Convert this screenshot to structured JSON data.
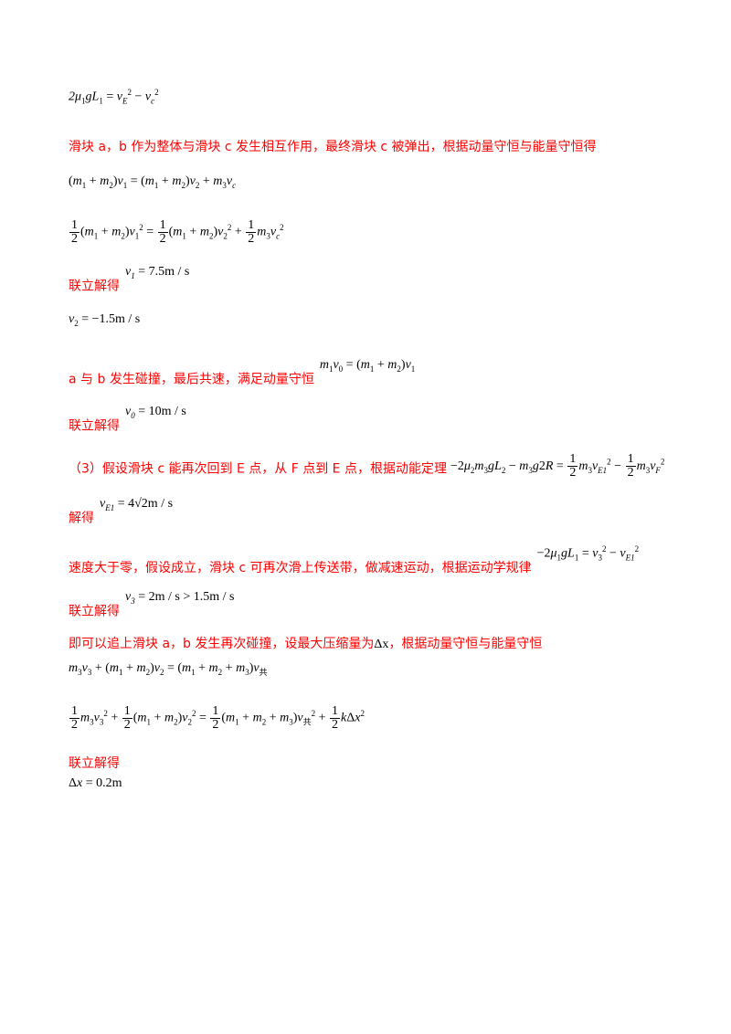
{
  "lines": {
    "eq1": "2μ₁gL₁ = v_E² − v_c²",
    "text1": "滑块 a，b 作为整体与滑块 c 发生相互作用，最终滑块 c 被弹出，根据动量守恒与能量守恒得",
    "eq2": "(m₁ + m₂)v₁ = (m₁ + m₂)v₂ + m₃v_c",
    "eq3": "½(m₁ + m₂)v₁² = ½(m₁ + m₂)v₂² + ½m₃v_c²",
    "text2": "联立解得",
    "eq4": "v₁ = 7.5m/s",
    "eq5": "v₂ = −1.5m/s",
    "text3": "a 与 b 发生碰撞，最后共速，满足动量守恒",
    "eq6": "m₁v₀ = (m₁ + m₂)v₁",
    "text4": "联立解得",
    "eq7": "v₀ = 10m/s",
    "text5": "（3）假设滑块 c 能再次回到 E 点，从 F 点到 E 点，根据动能定理",
    "eq8": "−2μ₂m₃gL₂ − m₃g2R = ½m₃v_E1² − ½m₃v_F²",
    "text6": "解得",
    "eq9": "v_E1 = 4√2m/s",
    "text7": "速度大于零，假设成立，滑块 c 可再次滑上传送带，做减速运动，根据运动学规律",
    "eq10": "−2μ₁gL₁ = v₃² − v_E1²",
    "text8": "联立解得",
    "eq11": "v₃ = 2m/s > 1.5m/s",
    "text9a": "即可以追上滑块 a，b 发生再次碰撞，设最大压缩量为",
    "text9sym": "Δx",
    "text9b": "，根据动量守恒与能量守恒",
    "eq12": "m₃v₃ + (m₁ + m₂)v₂ = (m₁ + m₂ + m₃)v_共",
    "eq13": "½m₃v₃² + ½(m₁ + m₂)v₂² = ½(m₁ + m₂ + m₃)v_共² + ½kΔx²",
    "text10": "联立解得",
    "eq14": "Δx = 0.2m"
  }
}
